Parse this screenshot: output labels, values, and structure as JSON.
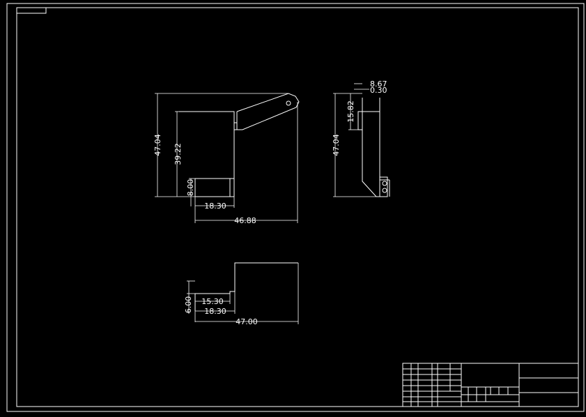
{
  "sheet": {
    "corner_label": "",
    "background": "#000000",
    "line_color": "#ffffff"
  },
  "front_view": {
    "dim_total_height": "47.04",
    "dim_inner_height": "39.22",
    "dim_step_height": "8.00",
    "dim_step_width": "18.30",
    "dim_total_width": "46.88"
  },
  "side_view": {
    "dim_top_a": "8.67",
    "dim_top_b": "0.30",
    "dim_upper": "15.82",
    "dim_total_height": "47.04"
  },
  "top_view": {
    "dim_height": "6.00",
    "dim_width_a": "15.30",
    "dim_width_b": "18.30",
    "dim_total_width": "47.00"
  }
}
